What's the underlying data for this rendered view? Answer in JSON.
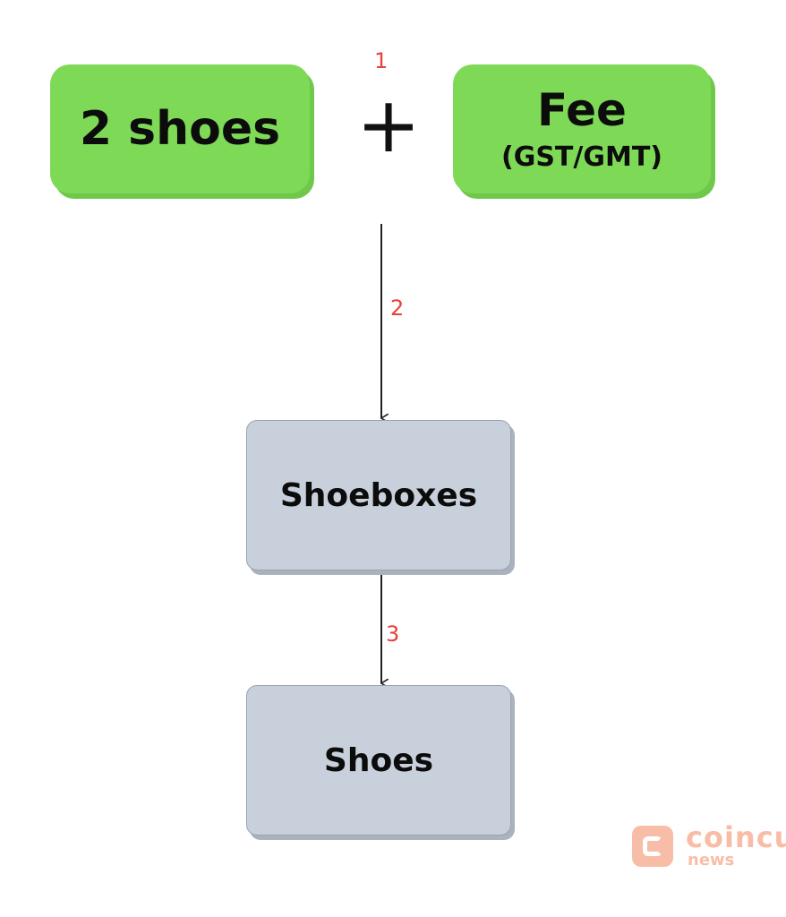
{
  "nodes": {
    "shoes_input": "2 shoes",
    "fee_title": "Fee",
    "fee_subtitle": "(GST/GMT)",
    "shoeboxes": "Shoeboxes",
    "shoes_output": "Shoes"
  },
  "operator": "+",
  "steps": [
    "1",
    "2",
    "3"
  ],
  "colors": {
    "input_box": "#7ed957",
    "process_box": "#c8d0db",
    "step_label": "#e8403a"
  },
  "watermark": {
    "brand": "coincu",
    "sub": "news"
  }
}
